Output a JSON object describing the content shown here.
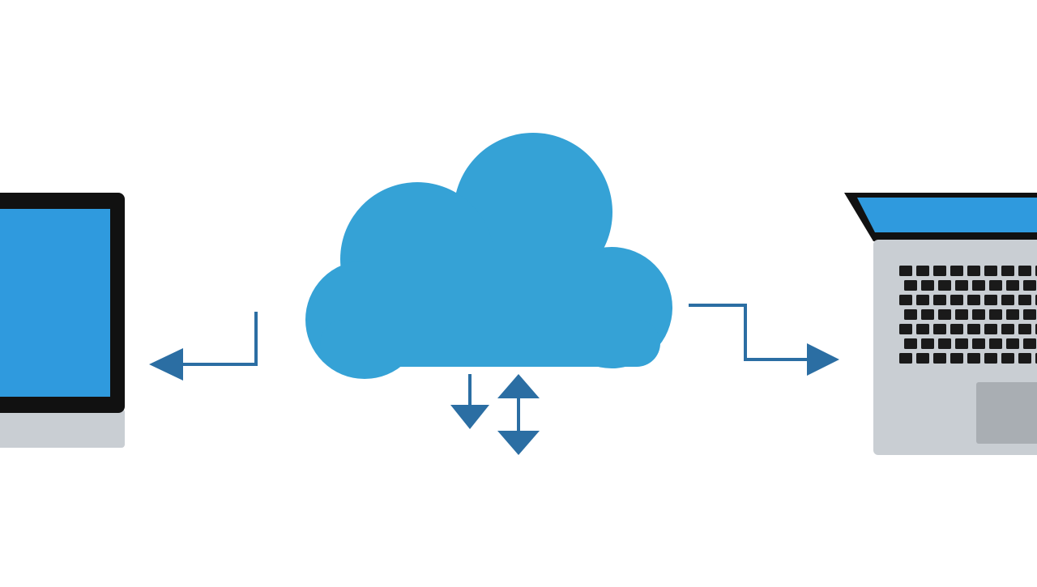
{
  "diagram": {
    "nodes": [
      {
        "id": "cloud",
        "icon": "cloud-icon"
      },
      {
        "id": "left-device",
        "icon": "monitor-icon"
      },
      {
        "id": "right-device",
        "icon": "laptop-icon"
      }
    ],
    "links": [
      {
        "from": "cloud",
        "to": "left-device",
        "style": "elbow-arrow"
      },
      {
        "from": "cloud",
        "to": "right-device",
        "style": "elbow-arrow"
      },
      {
        "from": "cloud",
        "to": "cloud",
        "style": "upload-download-arrows"
      }
    ]
  },
  "colors": {
    "background": "#ffffff",
    "cloud": "#35a2d6",
    "screen": "#2f9ade",
    "arrow": "#2b6ea3",
    "bezel": "#111111",
    "chassis": "#c9ced3",
    "chassis_dark": "#9aa0a6",
    "trackpad": "#a9aeb3",
    "key": "#1a1a1a"
  }
}
